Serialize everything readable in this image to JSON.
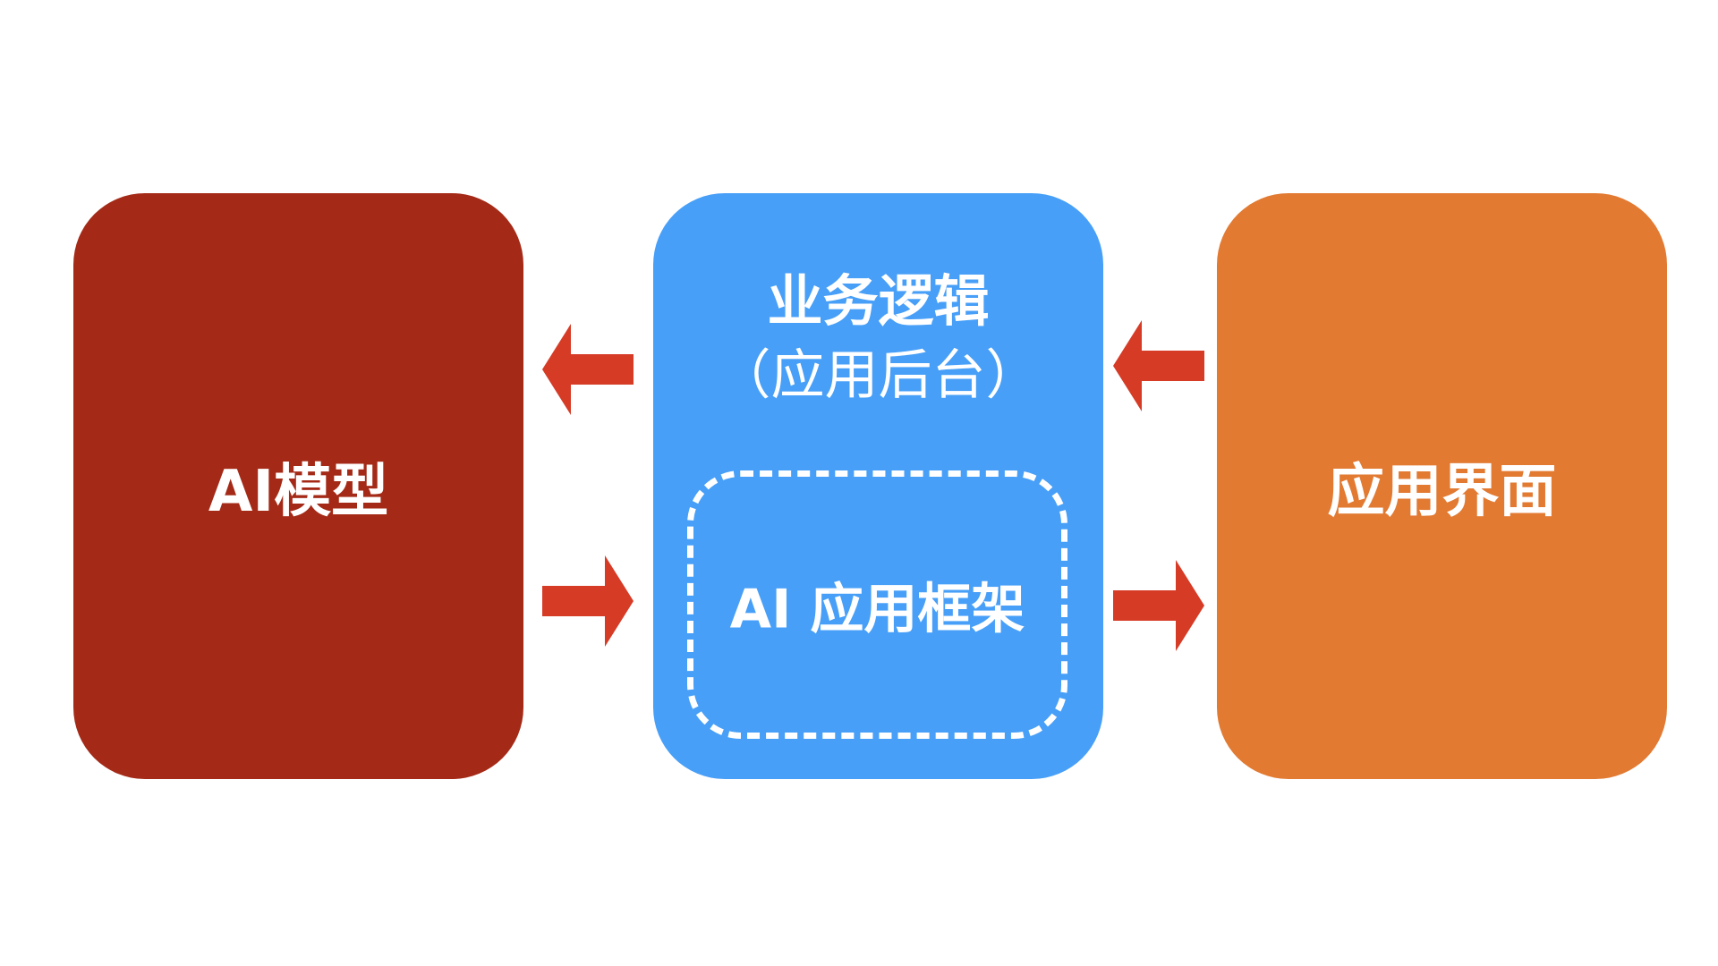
{
  "colors": {
    "model_box": "#A42A17",
    "logic_box": "#479FF8",
    "ui_box": "#E27A32",
    "arrow": "#D63B26",
    "text": "#FFFFFF"
  },
  "nodes": {
    "model": {
      "label": "AI模型"
    },
    "logic": {
      "title": "业务逻辑",
      "subtitle": "（应用后台）",
      "framework_label": "AI 应用框架"
    },
    "ui": {
      "label": "应用界面"
    }
  },
  "arrows": [
    {
      "from": "logic",
      "to": "model",
      "direction": "left"
    },
    {
      "from": "model",
      "to": "logic",
      "direction": "right"
    },
    {
      "from": "ui",
      "to": "logic",
      "direction": "left"
    },
    {
      "from": "logic",
      "to": "ui",
      "direction": "right"
    }
  ]
}
